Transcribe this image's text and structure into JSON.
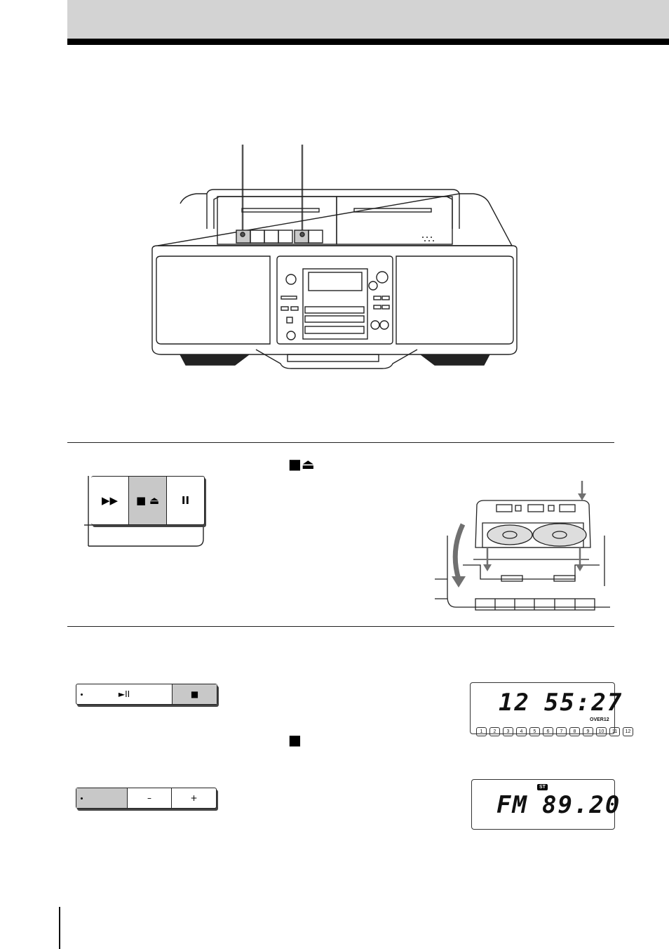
{
  "header": {
    "band_color": "#d3d3d3",
    "rule_color": "#000000"
  },
  "stop_eject_heading_symbol": "■⏏",
  "stop_heading_symbol": "■",
  "cassette_buttons": {
    "ff": "▶▶",
    "stop_eject": "■ ⏏",
    "pause": "II"
  },
  "cd_buttons": {
    "play_pause": "►II",
    "stop": "■"
  },
  "tuner_buttons": {
    "preset": "",
    "minus": "–",
    "plus": "+"
  },
  "cd_display": {
    "track": "12",
    "time": "55:27",
    "over_label": "OVER12",
    "track_indicators": [
      "1",
      "2",
      "3",
      "4",
      "5",
      "6",
      "7",
      "8",
      "9",
      "10",
      "11",
      "12"
    ]
  },
  "tuner_display": {
    "stereo_badge": "ST",
    "band": "FM",
    "frequency": "89.20"
  },
  "colors": {
    "highlight": "#c8c8c8",
    "arrow": "#707070"
  }
}
